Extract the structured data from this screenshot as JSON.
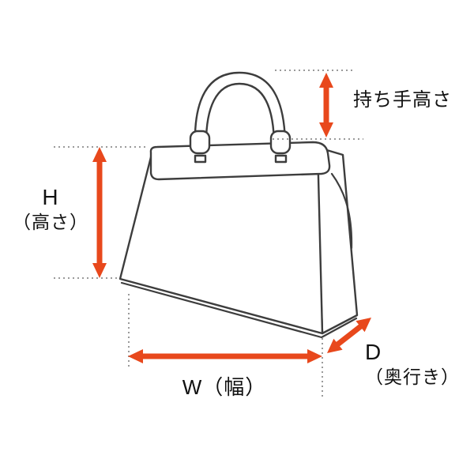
{
  "diagram": {
    "labels": {
      "handle_height": "持ち手高さ",
      "height_symbol": "H",
      "height_name": "（高さ）",
      "width": "W（幅）",
      "depth_symbol": "D",
      "depth_name": "（奥行き）"
    },
    "colors": {
      "arrow": "#e8481c",
      "outline": "#3d3d3d",
      "guide": "#9a9a9a",
      "background": "#ffffff",
      "text": "#111111"
    }
  }
}
